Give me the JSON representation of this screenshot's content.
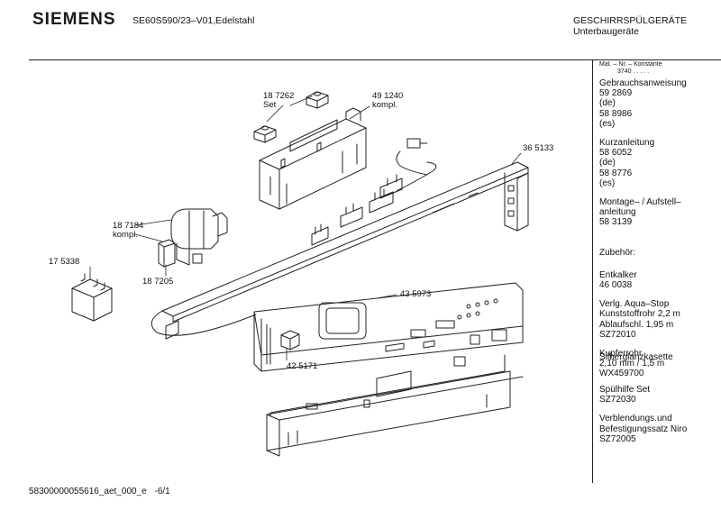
{
  "header": {
    "brand": "SIEMENS",
    "model": "SE60S590/23–V01,Edelstahl",
    "category_line1": "GESCHIRRSPÜLGERÄTE",
    "category_line2": "Unterbaugeräte"
  },
  "side_panel": {
    "heading_1": "Mat. – Nr. – Konstante",
    "heading_2": "3740  .  .  .  .  .",
    "groups": [
      [
        "Gebrauchsanweisung",
        "59 2869",
        "(de)",
        "58 8986",
        "(es)"
      ],
      [
        "Kurzanleitung",
        "58 6052",
        "(de)",
        "58 8776",
        "(es)"
      ],
      [
        "Montage– / Aufstell–",
        "anleitung",
        "58 3139"
      ],
      [
        "Zubehör:"
      ],
      [
        "Entkalker",
        "46 0038"
      ],
      [
        "Verlg. Aqua–Stop",
        "Kunststoffrohr 2,2 m",
        "Ablaufschl. 1,95 m",
        "SZ72010"
      ],
      [
        "Kupferrohr",
        "Silberglanzkasette",
        "2,10 mm / 1,5 m",
        "WX459700"
      ],
      [
        "Spülhilfe Set",
        "SZ72030"
      ],
      [
        "Verblendungs.und",
        "Befestigungssatz Niro",
        "SZ72005"
      ]
    ]
  },
  "parts": [
    {
      "number": "18 7262",
      "note": "Set"
    },
    {
      "number": "49 1240",
      "note": "kompl."
    },
    {
      "number": "36 5133",
      "note": ""
    },
    {
      "number": "18 7184",
      "note": "kompl."
    },
    {
      "number": "17 5338",
      "note": ""
    },
    {
      "number": "18 7205",
      "note": ""
    },
    {
      "number": "43 5973",
      "note": ""
    },
    {
      "number": "42 5171",
      "note": ""
    }
  ],
  "footer": {
    "doc_id": "58300000055616_aet_000_e",
    "page": "-6/1"
  }
}
